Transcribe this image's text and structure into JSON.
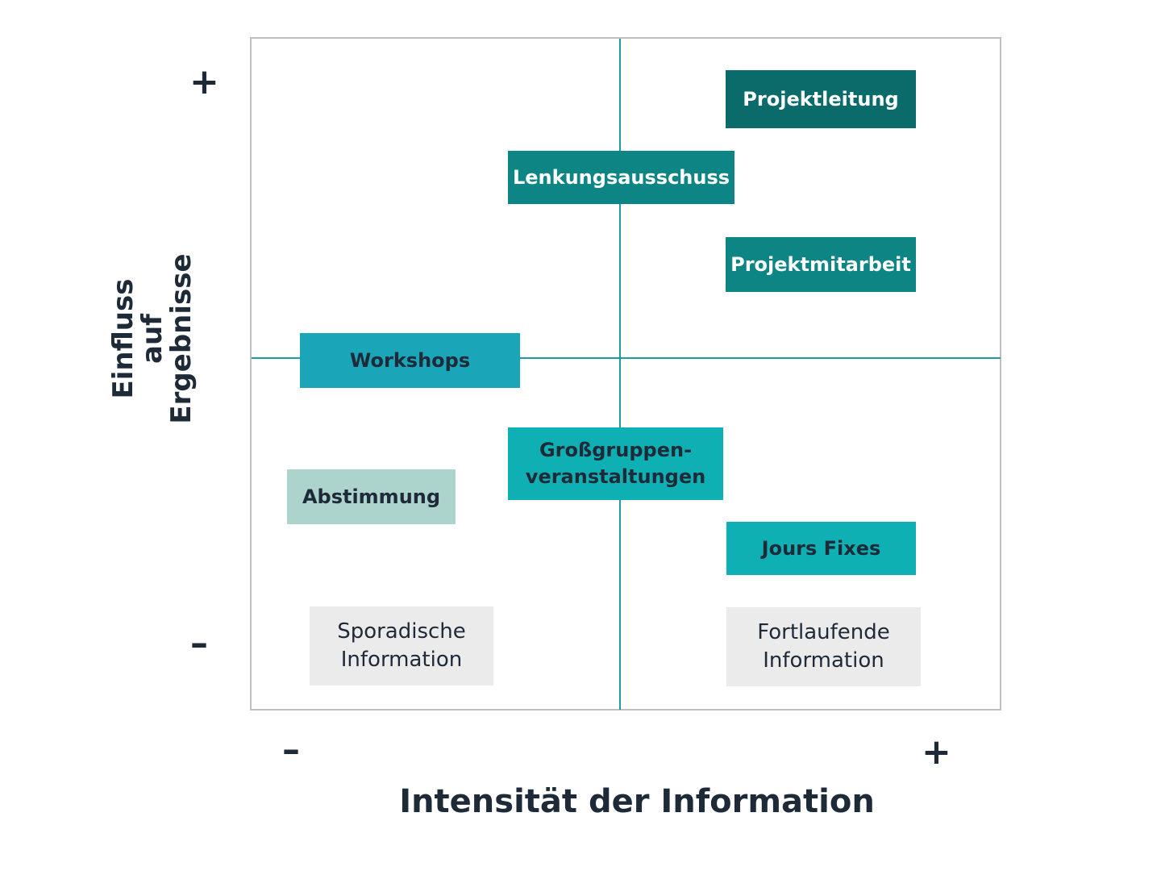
{
  "diagram": {
    "x_axis_title": "Intensität der Information",
    "y_axis_title_lines": [
      "Einfluss",
      "auf",
      "Ergebnisse"
    ],
    "x_axis_min_sign": "–",
    "x_axis_max_sign": "+",
    "y_axis_max_sign": "+",
    "y_axis_min_sign": "–",
    "colors": {
      "frame": "#bfbfbf",
      "axis": "#1f9aa3",
      "darkest": "#0b6b6b",
      "dark": "#0e8585",
      "medium": "#1aa6b8",
      "bright": "#0eb0b3",
      "pale": "#acd4cc",
      "grey": "#ebebeb"
    },
    "items": [
      {
        "lines": [
          "Projektleitung"
        ]
      },
      {
        "lines": [
          "Lenkungsausschuss"
        ]
      },
      {
        "lines": [
          "Projektmitarbeit"
        ]
      },
      {
        "lines": [
          "Workshops"
        ]
      },
      {
        "lines": [
          "Großgruppen-",
          "veranstaltungen"
        ]
      },
      {
        "lines": [
          "Abstimmung"
        ]
      },
      {
        "lines": [
          "Jours Fixes"
        ]
      },
      {
        "lines": [
          "Sporadische",
          "Information"
        ]
      },
      {
        "lines": [
          "Fortlaufende",
          "Information"
        ]
      }
    ]
  }
}
